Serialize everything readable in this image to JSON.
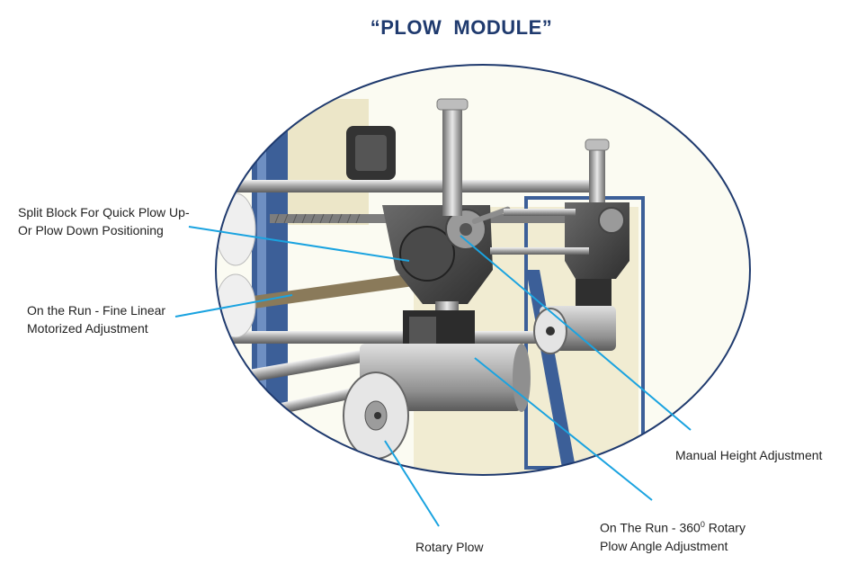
{
  "title": "“PLOW  MODULE”",
  "colors": {
    "title": "#1f3a6e",
    "callout": "#1aa3e0",
    "outline": "#1f3a6e"
  },
  "callouts": {
    "split_block_line1": "Split Block For Quick Plow Up-",
    "split_block_line2": "Or Plow Down Positioning",
    "fine_linear_line1": "On the Run - Fine Linear",
    "fine_linear_line2": "Motorized Adjustment",
    "manual_height": "Manual Height Adjustment",
    "rotary_angle_line1_a": "On The Run - 360",
    "rotary_angle_line1_sup": "0",
    "rotary_angle_line1_b": " Rotary",
    "rotary_angle_line2": "Plow Angle Adjustment",
    "rotary_plow": "Rotary Plow"
  }
}
